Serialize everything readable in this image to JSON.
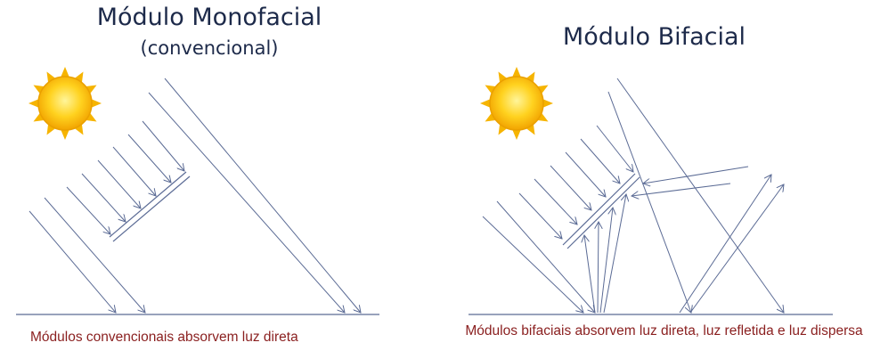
{
  "left_panel": {
    "title": "Módulo Monofacial",
    "subtitle": "(convencional)",
    "caption": "Módulos convencionais absorvem luz direta"
  },
  "right_panel": {
    "title": "Módulo Bifacial",
    "caption": "Módulos bifaciais absorvem luz direta, luz refletida e luz dispersa"
  },
  "colors": {
    "ray": "#5b6b95",
    "panel": "#5b6b95",
    "ground": "#5b6b95",
    "sun_core": "#ffc21a",
    "sun_edge": "#f0a000",
    "title": "#1d2a4a",
    "caption": "#8a1f1f"
  },
  "icons": [
    "sun-icon",
    "solar-panel-icon",
    "ray-arrow-icon"
  ]
}
